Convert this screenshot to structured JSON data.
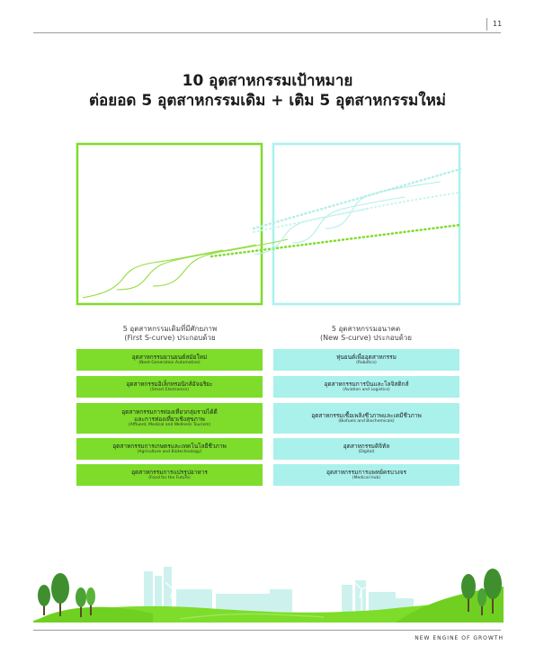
{
  "page": {
    "number": "11",
    "footer": "NEW ENGINE OF GROWTH"
  },
  "title": {
    "line1": "10 อุตสาหกรรมเป้าหมาย",
    "line2": "ต่อยอด 5 อุตสาหกรรมเดิม + เติม 5 อุตสาหกรรมใหม่"
  },
  "colors": {
    "first_s_curve": "#7ddd2a",
    "new_s_curve": "#aaf1ec",
    "first_curve_line": "#8fdc3a",
    "new_curve_line": "#b5efe8"
  },
  "columns": {
    "first": {
      "heading_line1": "5 อุตสาหกรรมเดิมที่มีศักยภาพ",
      "heading_line2": "(First S-curve) ประกอบด้วย",
      "items": [
        {
          "th": "อุตสาหกรรมยานยนต์สมัยใหม่",
          "en": "(Next-Generation Automotive)"
        },
        {
          "th": "อุตสาหกรรมอิเล็กทรอนิกส์อัจฉริยะ",
          "en": "(Smart Electronics)"
        },
        {
          "th": "อุตสาหกรรมการท่องเที่ยวกลุ่มรายได้ดี",
          "th2": "และการท่องเที่ยวเชิงสุขภาพ",
          "en": "(Affluent, Medical and Wellness Tourism)"
        },
        {
          "th": "อุตสาหกรรมการเกษตรและเทคโนโลยีชีวภาพ",
          "en": "(Agriculture and Biotechnology)"
        },
        {
          "th": "อุตสาหกรรมการแปรรูปอาหาร",
          "en": "(Food for the Future)"
        }
      ]
    },
    "new": {
      "heading_line1": "5 อุตสาหกรรมอนาคต",
      "heading_line2": "(New S-curve) ประกอบด้วย",
      "items": [
        {
          "th": "หุ่นยนต์เพื่ออุตสาหกรรม",
          "en": "(Robotics)"
        },
        {
          "th": "อุตสาหกรรมการบินและโลจิสติกส์",
          "en": "(Aviation and Logistics)"
        },
        {
          "th": "อุตสาหกรรมเชื้อเพลิงชีวภาพและเคมีชีวภาพ",
          "en": "(Biofuels and Biochemicals)"
        },
        {
          "th": "อุตสาหกรรมดิจิทัล",
          "en": "(Digital)"
        },
        {
          "th": "อุตสาหกรรมการแพทย์ครบวงจร",
          "en": "(Medical Hub)"
        }
      ]
    }
  }
}
